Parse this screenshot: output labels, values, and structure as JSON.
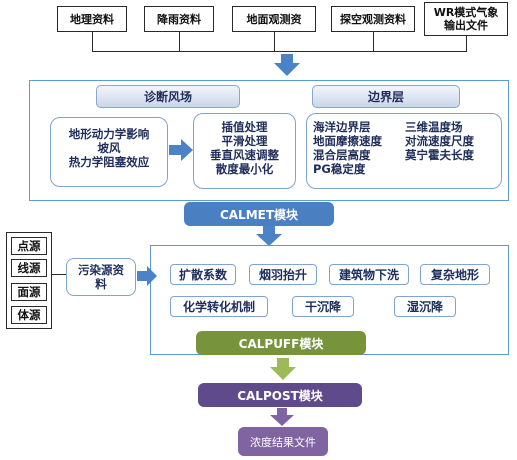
{
  "inputs": [
    "地理资料",
    "降雨资料",
    "地面观测资",
    "探空观测资料",
    "WR模式气象\n输出文件"
  ],
  "diagnostic_wind": {
    "title": "诊断风场",
    "left_items": [
      "地形动力学影响",
      "坡风",
      "热力学阻塞效应"
    ],
    "right_items": [
      "插值处理",
      "平滑处理",
      "垂直风速调整",
      "散度最小化"
    ]
  },
  "boundary_layer": {
    "title": "边界层",
    "col1": [
      "海洋边界层",
      "地面摩擦速度",
      "混合层高度",
      "PG稳定度"
    ],
    "col2": [
      "三维温度场",
      "对流速度尺度",
      "莫宁霍夫长度"
    ]
  },
  "calmet_label": "CALMET模块",
  "sources": [
    "点源",
    "线源",
    "面源",
    "体源"
  ],
  "pollution_source": "污染源资\n料",
  "processes_row1": [
    "扩散系数",
    "烟羽抬升",
    "建筑物下洗",
    "复杂地形"
  ],
  "processes_row2": [
    "化学转化机制",
    "干沉降",
    "湿沉降"
  ],
  "calpuff_label": "CALPUFF模块",
  "calpost_label": "CALPOST模块",
  "output_label": "浓度结果文件",
  "colors": {
    "frame_blue": "#5b9bd5",
    "calmet": "#4a7fc1",
    "calpuff": "#77933c",
    "calpost": "#5f4b8b",
    "output": "#8064a2",
    "arrow_blue": "#4a83c6",
    "arrow_green": "#9bbb59"
  }
}
